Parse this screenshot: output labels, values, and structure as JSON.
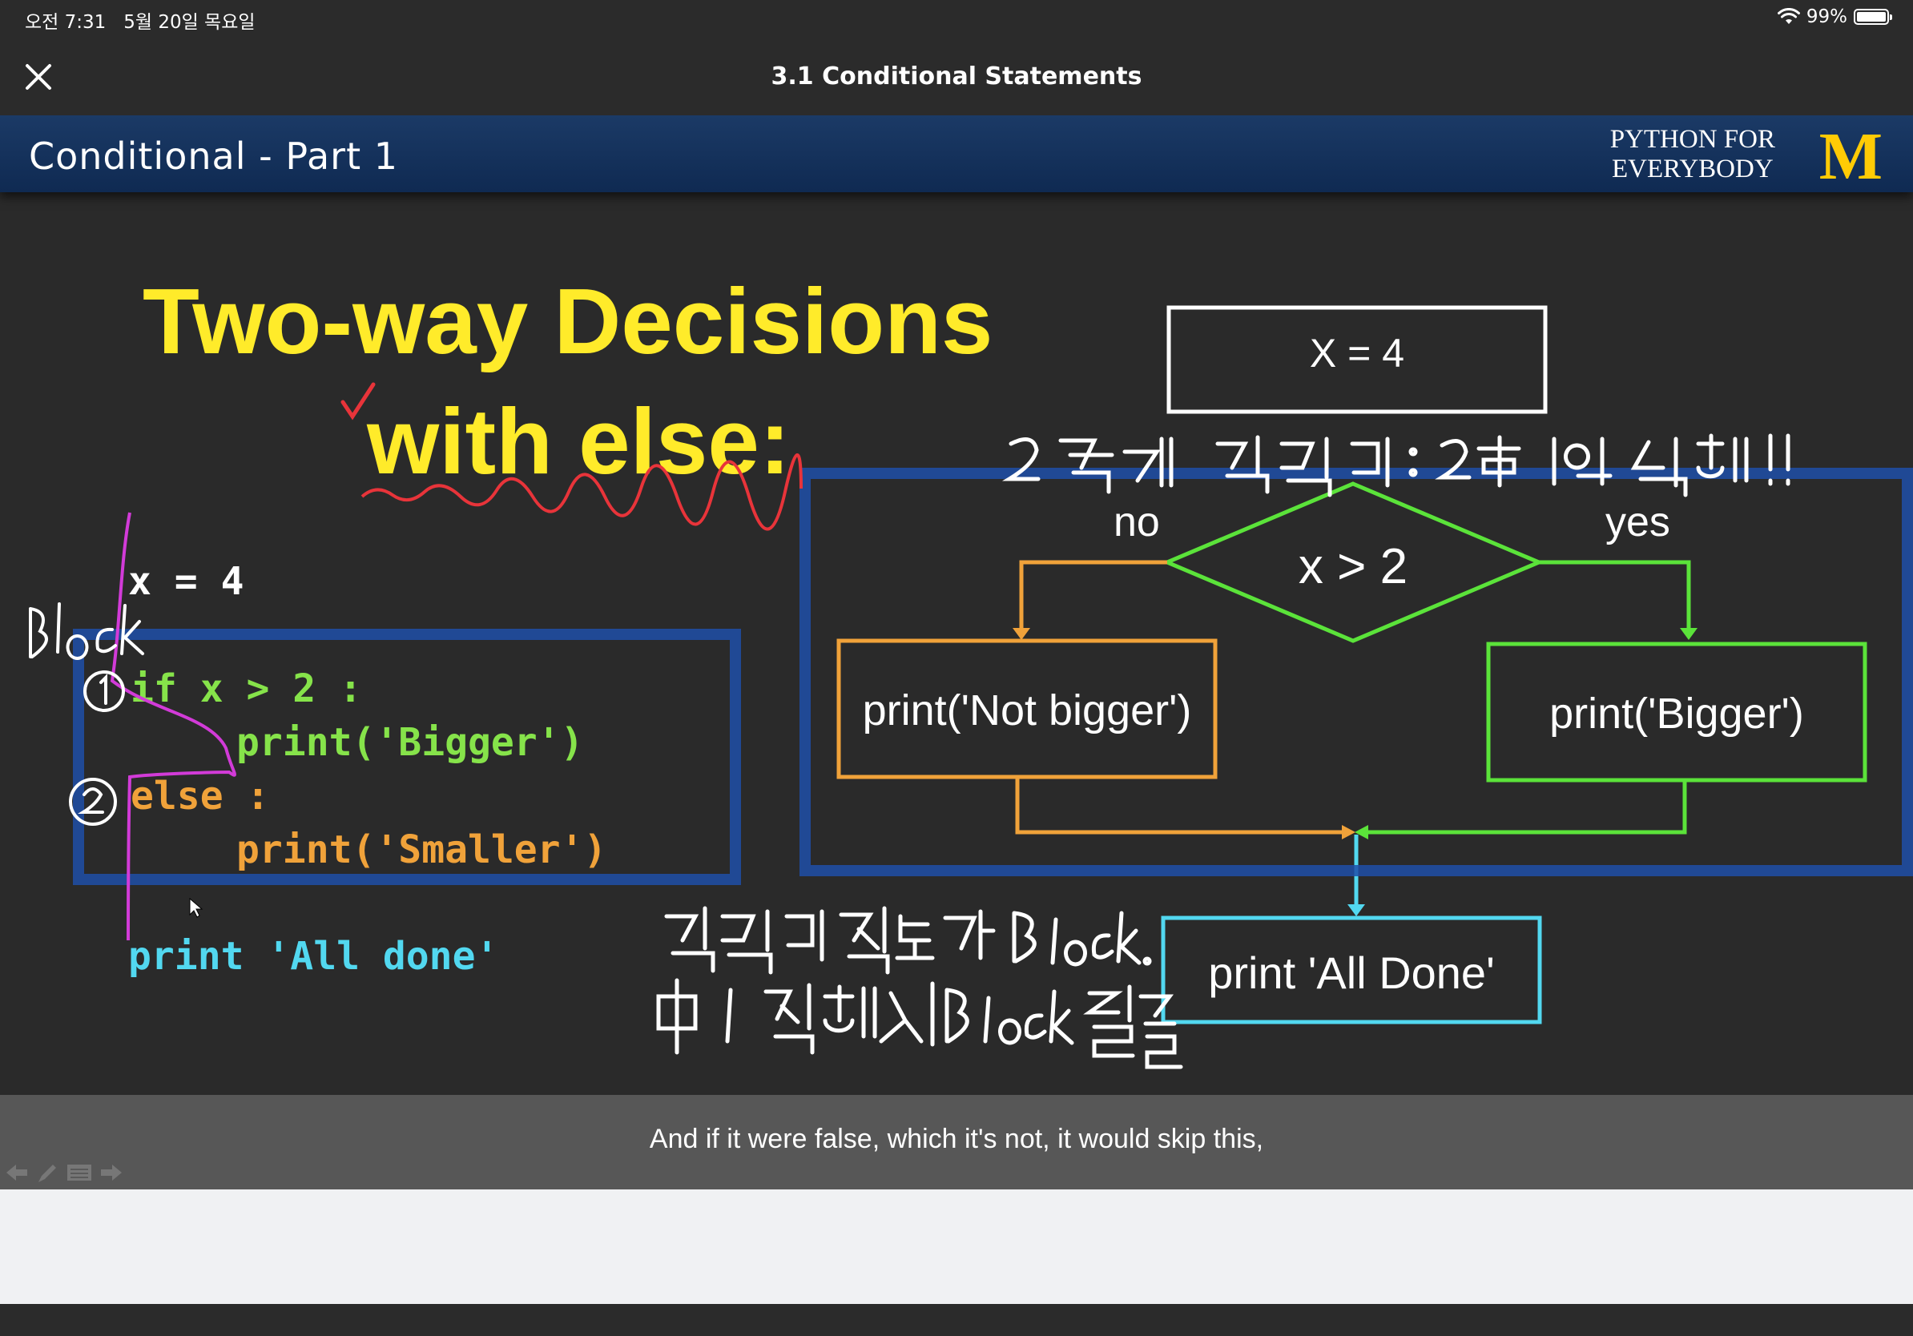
{
  "status_bar": {
    "time": "오전 7:31",
    "date": "5월 20일 목요일",
    "battery": "99%",
    "battery_level": 0.99
  },
  "top_bar": {
    "close_icon": "close-icon",
    "title": "3.1 Conditional Statements"
  },
  "slide": {
    "header_title": "Conditional - Part 1",
    "brand_line1": "PYTHON FOR",
    "brand_line2": "EVERYBODY",
    "brand_logo": "M",
    "title_line1": "Two-way Decisions",
    "title_line2": "with else:",
    "code": {
      "line1": "x = 4",
      "line2": "if x > 2 :",
      "line3": "print('Bigger')",
      "line4": "else :",
      "line5": "print('Smaller')",
      "line6": "print 'All done'"
    },
    "flowchart": {
      "start": "X = 4",
      "condition": "x > 2",
      "no_label": "no",
      "yes_label": "yes",
      "no_action": "print('Not bigger')",
      "yes_action": "print('Bigger')",
      "end_action": "print 'All Done'"
    },
    "colors": {
      "title": "#ffeb2a",
      "header": "#0f2a52",
      "logo": "#ffcb05",
      "branch_no": "#f0a23a",
      "branch_yes": "#5be33a",
      "end_box": "#52d8f0"
    }
  },
  "caption": {
    "text": "And if it were false, which it's not, it would skip this,"
  }
}
